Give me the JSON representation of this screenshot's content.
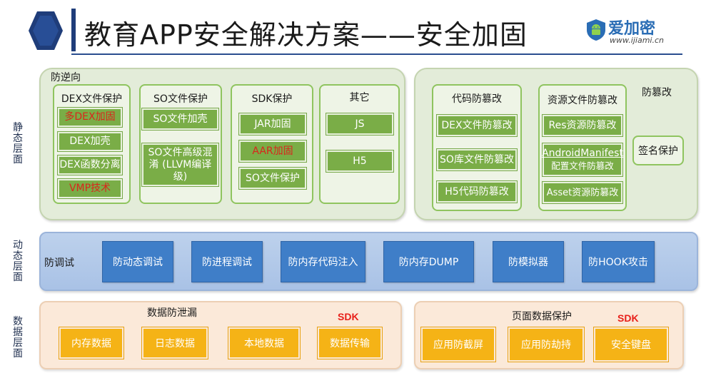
{
  "header": {
    "title": "教育APP安全解决方案——安全加固",
    "logo_name": "爱加密",
    "logo_url": "www.ijiami.cn"
  },
  "side_labels": {
    "static": "静态层面",
    "dynamic": "动态层面",
    "data": "数据层面"
  },
  "static_left": {
    "label": "防逆向",
    "groups": [
      {
        "title": "DEX文件保护",
        "items": [
          {
            "text": "多DEX加固",
            "red": true
          },
          {
            "text": "DEX加壳"
          },
          {
            "text": "DEX函数分离"
          },
          {
            "text": "VMP技术",
            "red": true
          }
        ]
      },
      {
        "title": "SO文件保护",
        "items": [
          {
            "text": "SO文件加壳"
          },
          {
            "text": "SO文件高级混淆 (LLVM编译级)"
          }
        ]
      },
      {
        "title": "SDK保护",
        "items": [
          {
            "text": "JAR加固"
          },
          {
            "text": "AAR加固",
            "red": true
          },
          {
            "text": "SO文件保护"
          }
        ]
      },
      {
        "title": "其它",
        "items": [
          {
            "text": "JS"
          },
          {
            "text": "H5"
          }
        ]
      }
    ]
  },
  "static_right": {
    "label": "防篡改",
    "groups": [
      {
        "title": "代码防篡改",
        "items": [
          {
            "text": "DEX文件防篡改"
          },
          {
            "text": "SO库文件防篡改"
          },
          {
            "text": "H5代码防篡改"
          }
        ]
      },
      {
        "title": "资源文件防篡改",
        "items": [
          {
            "text": "Res资源防篡改"
          },
          {
            "text": "AndroidManifest"
          },
          {
            "text": "配置文件防篡改"
          },
          {
            "text": "Asset资源防篡改"
          }
        ]
      }
    ],
    "sign": "签名保护"
  },
  "dynamic": {
    "label": "防调试",
    "items": [
      "防动态调试",
      "防进程调试",
      "防内存代码注入",
      "防内存DUMP",
      "防模拟器",
      "防HOOK攻击"
    ]
  },
  "data_left": {
    "title": "数据防泄漏",
    "sdk": "SDK",
    "items": [
      "内存数据",
      "日志数据",
      "本地数据",
      "数据传输"
    ]
  },
  "data_right": {
    "title": "页面数据保护",
    "sdk": "SDK",
    "items": [
      "应用防截屏",
      "应用防劫持",
      "安全键盘"
    ]
  },
  "colors": {
    "green_button": "#7aad47",
    "green_border": "#8fc45f",
    "blue_button": "#3f7ec8",
    "orange_button": "#f5b316",
    "red_text": "#d9261c",
    "title_accent": "#1f3d7a"
  }
}
